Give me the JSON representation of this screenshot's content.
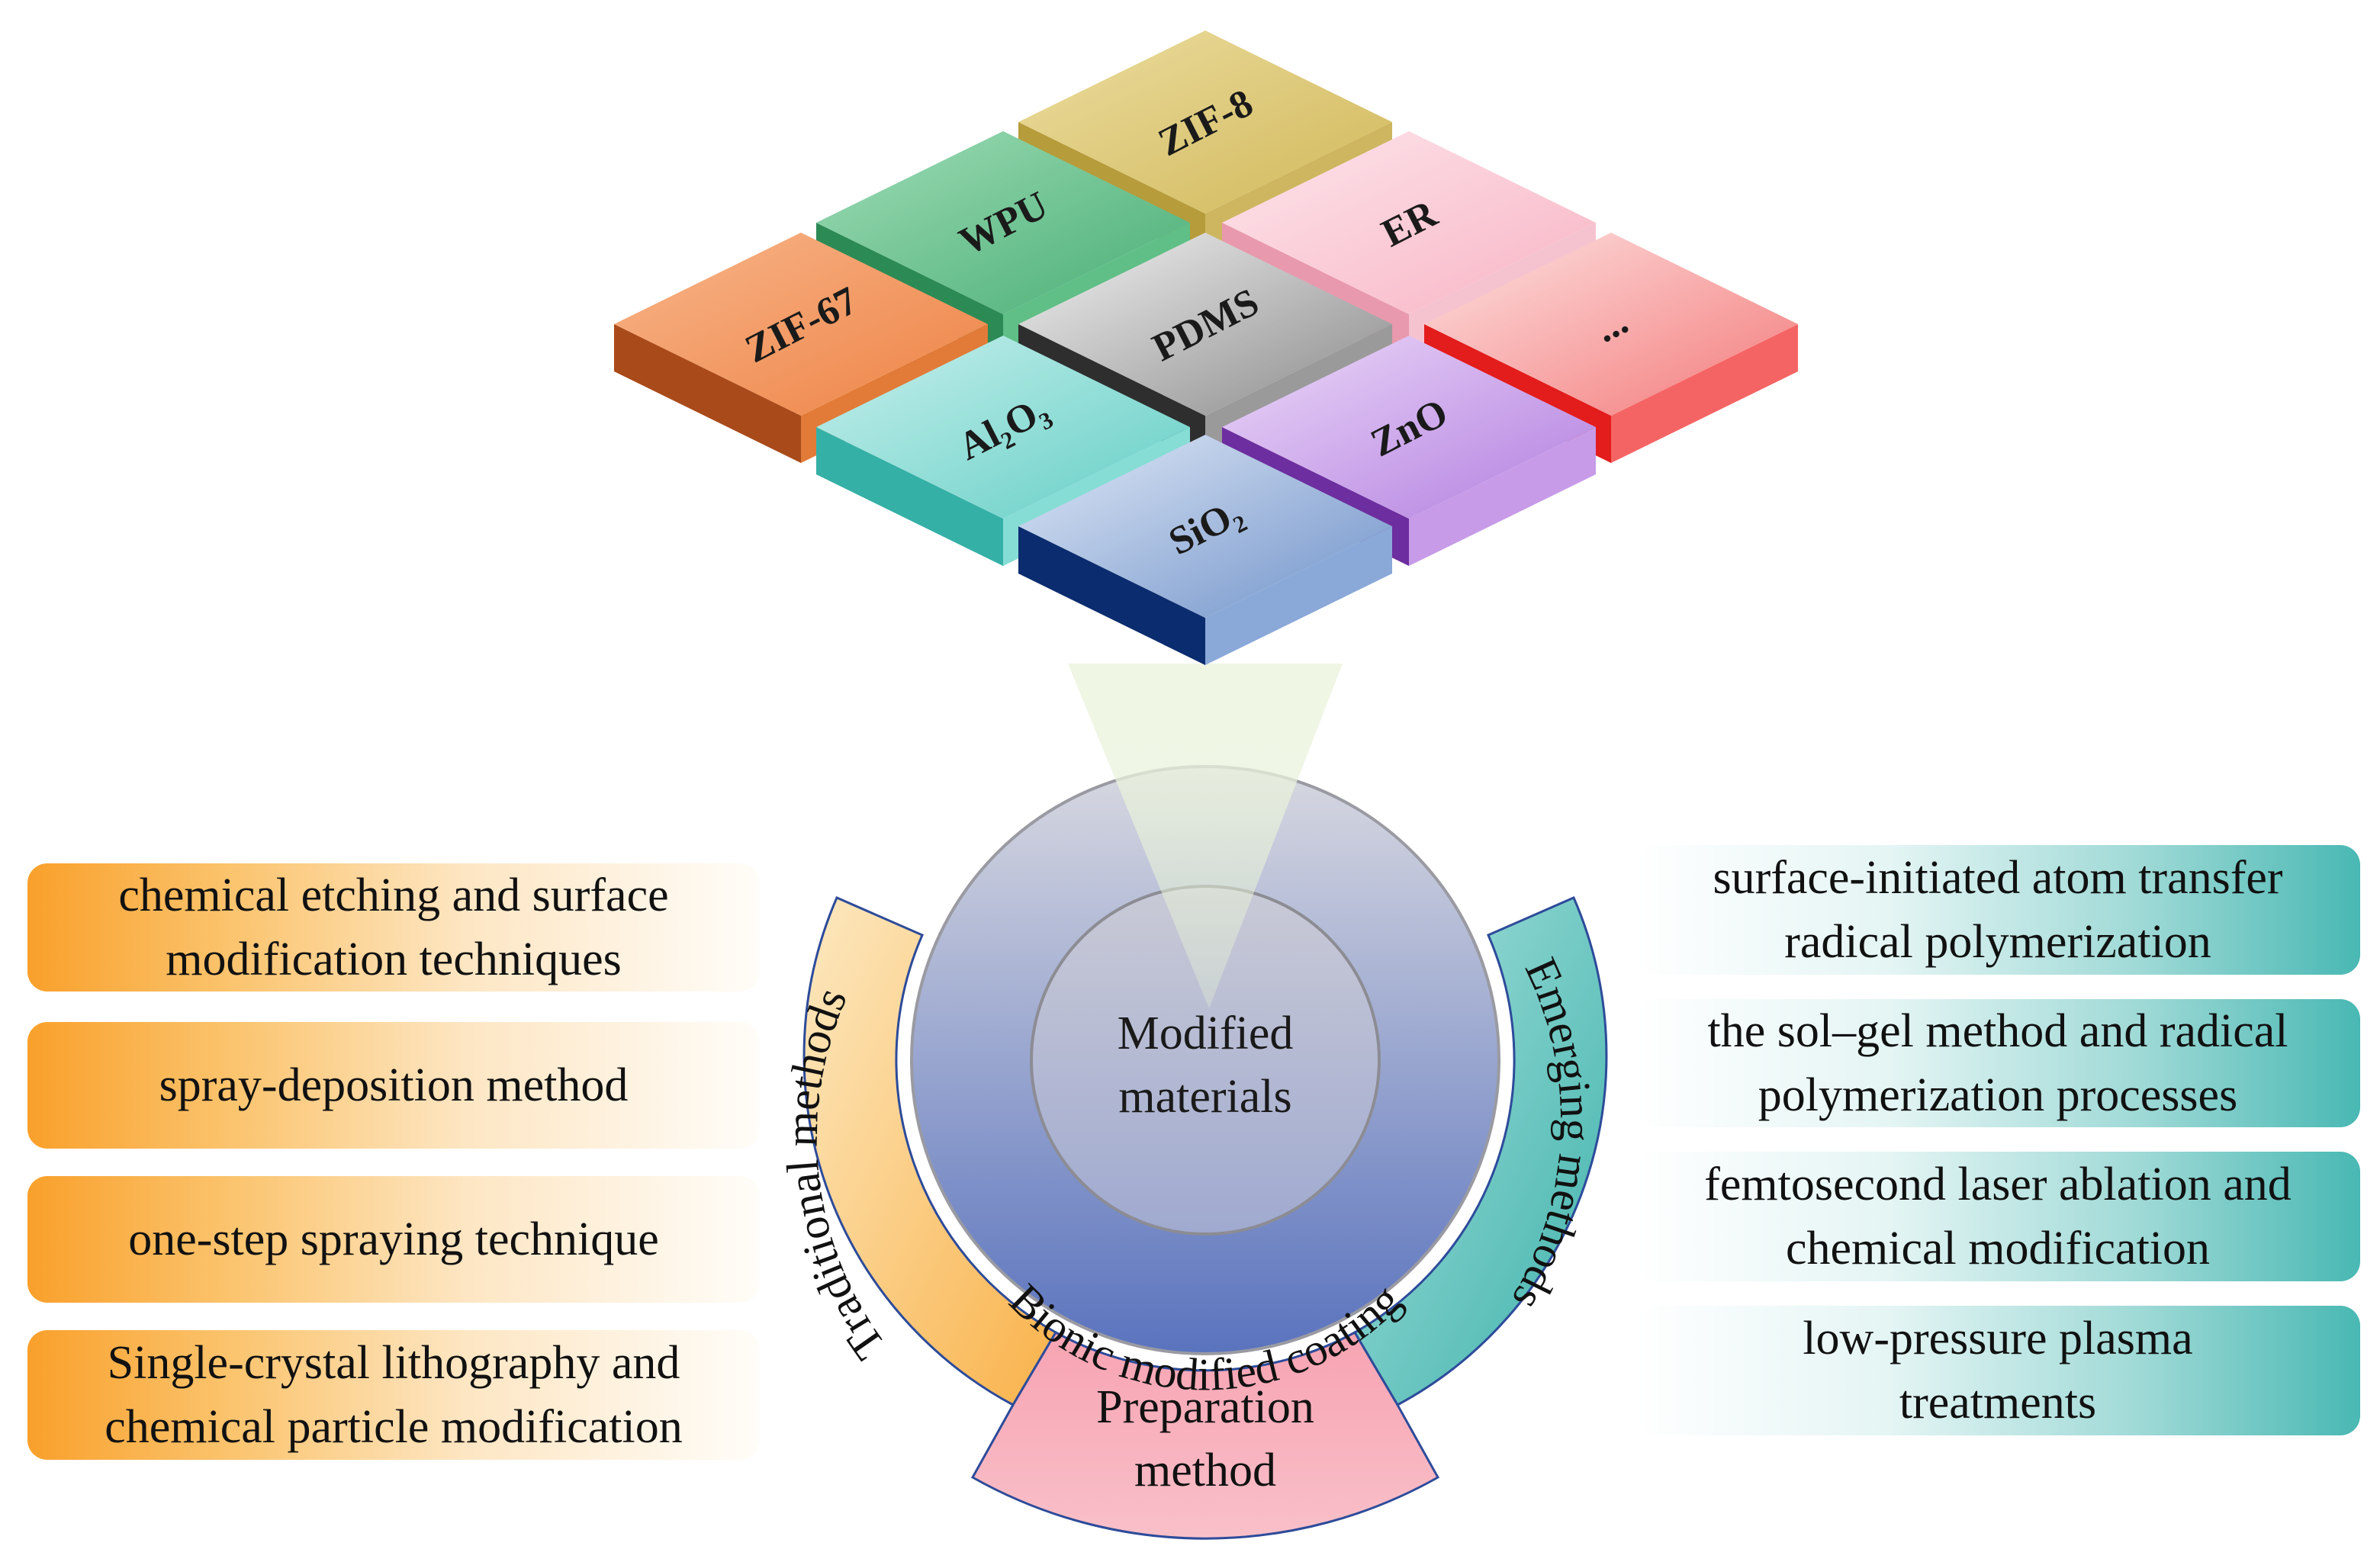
{
  "tiles": [
    {
      "id": "zif8",
      "label": "ZIF-8",
      "top": "#ecdda0",
      "top2": "#d1b85a",
      "left": "#b69c3a",
      "right": "#cdb65f"
    },
    {
      "id": "wpu",
      "label": "WPU",
      "top": "#9fdcb6",
      "top2": "#48ae75",
      "left": "#2c8a55",
      "right": "#5fbf86"
    },
    {
      "id": "er",
      "label": "ER",
      "top": "#fde6ec",
      "top2": "#f8b4c4",
      "left": "#e899ad",
      "right": "#f5c3cf"
    },
    {
      "id": "zif67",
      "label": "ZIF-67",
      "top": "#f8b58a",
      "top2": "#ee8345",
      "left": "#a94a1a",
      "right": "#e27a38"
    },
    {
      "id": "pdms",
      "label": "PDMS",
      "top": "#f2f2f2",
      "top2": "#8a8a8a",
      "left": "#2e2e2e",
      "right": "#9a9a9a"
    },
    {
      "id": "more",
      "label": "...",
      "top": "#fde2e2",
      "top2": "#f47a7a",
      "left": "#e31c1c",
      "right": "#f56464"
    },
    {
      "id": "al2o3",
      "label": "Al₂O₃",
      "top": "#c8efec",
      "top2": "#63cfc6",
      "left": "#35b0a6",
      "right": "#86ddd6"
    },
    {
      "id": "zno",
      "label": "ZnO",
      "top": "#ecd9f8",
      "top2": "#b27ee0",
      "left": "#6d2e9f",
      "right": "#c79be8"
    },
    {
      "id": "sio2",
      "label": "SiO₂",
      "top": "#dfe8f6",
      "top2": "#6f92c9",
      "left": "#0b2c6e",
      "right": "#8aa8d8"
    }
  ],
  "center": {
    "line1": "Modified",
    "line2": "materials",
    "ring_label": "Bionic modified coating"
  },
  "sectors": {
    "traditional": "Traditional methods",
    "emerging": "Emerging methods",
    "preparation_line1": "Preparation",
    "preparation_line2": "method"
  },
  "left_methods": [
    {
      "line1": "chemical etching and surface",
      "line2": "modification techniques"
    },
    {
      "line1": "spray-deposition method",
      "line2": ""
    },
    {
      "line1": "one-step spraying technique",
      "line2": ""
    },
    {
      "line1": "Single-crystal lithography and",
      "line2": "chemical particle modification"
    }
  ],
  "right_methods": [
    {
      "line1": "surface-initiated atom transfer",
      "line2": "radical polymerization"
    },
    {
      "line1": "the sol–gel method and radical",
      "line2": "polymerization processes"
    },
    {
      "line1": "femtosecond laser ablation and",
      "line2": "chemical modification"
    },
    {
      "line1": "low-pressure plasma",
      "line2": "treatments"
    }
  ],
  "colors": {
    "traditional_sector": "#fbd79a",
    "emerging_sector": "#6ccac4",
    "preparation_sector": "#f7a8b4",
    "ring_top": "#cfd1dc",
    "ring_bottom": "#5a74bf"
  }
}
